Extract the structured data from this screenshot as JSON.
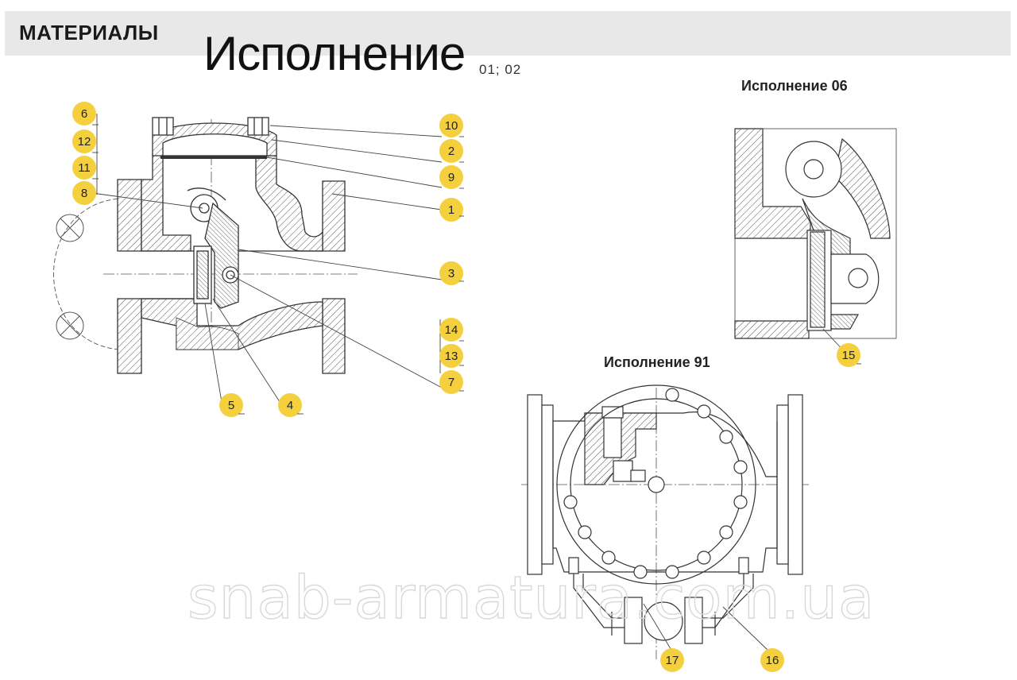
{
  "header": {
    "section_title": "МАТЕРИАЛЫ",
    "title": "Исполнение",
    "title_suffix": "01; 02"
  },
  "views": {
    "v06_label": "Исполнение  06",
    "v91_label": "Исполнение  91"
  },
  "callouts": {
    "c1": "1",
    "c2": "2",
    "c3": "3",
    "c4": "4",
    "c5": "5",
    "c6": "6",
    "c7": "7",
    "c8": "8",
    "c9": "9",
    "c10": "10",
    "c11": "11",
    "c12": "12",
    "c13": "13",
    "c14": "14",
    "c15": "15",
    "c16": "16",
    "c17": "17"
  },
  "watermark": "snab-armatura.com.ua",
  "colors": {
    "callout_fill": "#f4d03f",
    "line": "#333333",
    "hatch": "#555555",
    "header_bg": "#e8e8e8"
  }
}
